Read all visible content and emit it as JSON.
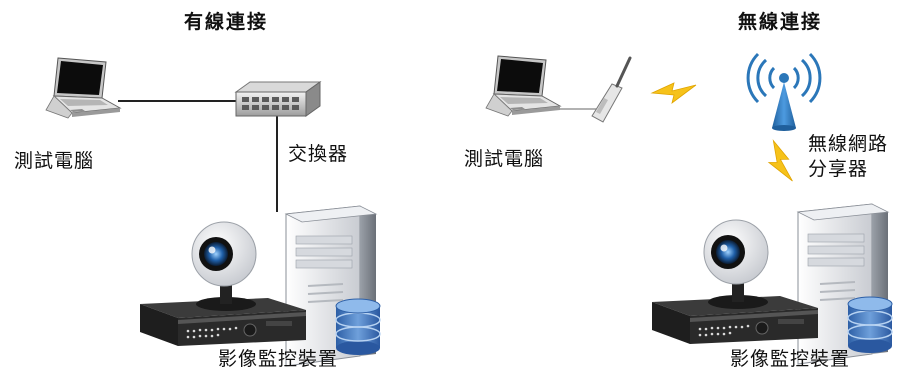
{
  "wired": {
    "title": "有線連接",
    "pc_label": "測試電腦",
    "switch_label": "交換器",
    "dvr_label": "影像監控裝置"
  },
  "wireless": {
    "title": "無線連接",
    "pc_label": "測試電腦",
    "router_label_line1": "無線網路",
    "router_label_line2": "分享器",
    "dvr_label": "影像監控裝置"
  },
  "colors": {
    "lightning": "#f6c21a",
    "router_body": "#2b77b9",
    "database": "#3a6fb5",
    "cable": "#222222"
  }
}
